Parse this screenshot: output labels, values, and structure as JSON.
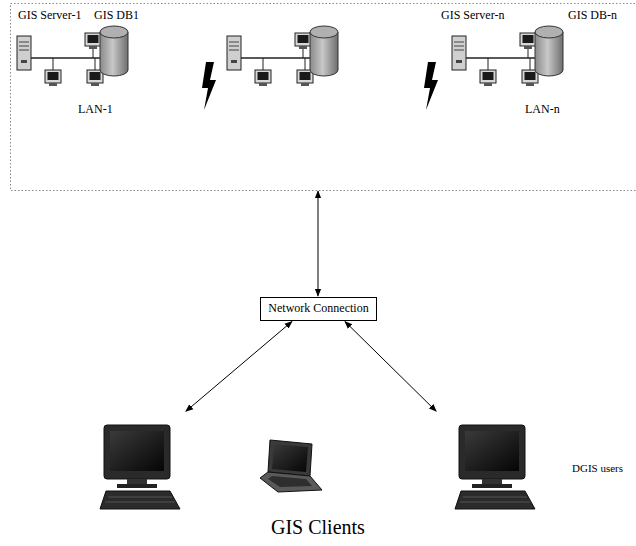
{
  "diagram": {
    "nodes": [
      {
        "text": [
          "GIS Server-1",
          "GIS DB1",
          "LAN-1",
          "GIS Server-n",
          "GIS DB-n",
          "LAN-n"
        ]
      },
      {
        "text": [
          "Network Connection"
        ]
      },
      {
        "text": [
          "GIS Clients",
          "DGIS users"
        ]
      }
    ],
    "edges": [
      {
        "from": 0,
        "to": 1,
        "arrow": "both"
      },
      {
        "from": 1,
        "to": 2,
        "arrow": "both"
      },
      {
        "from": 1,
        "to": 2,
        "arrow": "both"
      }
    ]
  }
}
